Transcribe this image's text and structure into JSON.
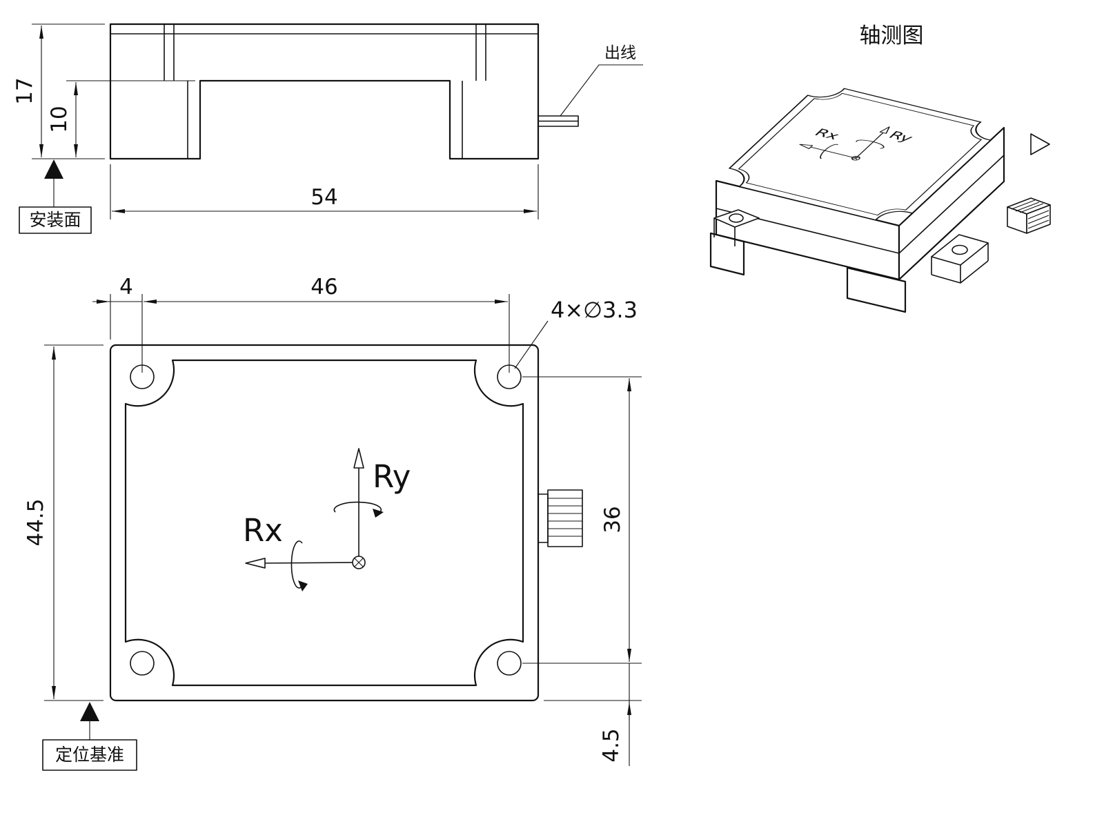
{
  "drawing": {
    "side_view": {
      "dim_total_height": "17",
      "dim_step_height": "10",
      "dim_width": "54",
      "mounting_face_label": "安装面",
      "wire_out_label": "出线"
    },
    "top_view": {
      "dim_edge_to_hole": "4",
      "dim_hole_pitch_x": "46",
      "hole_callout": "4×∅3.3",
      "dim_total_height": "44.5",
      "dim_hole_pitch_y": "36",
      "dim_hole_to_edge": "4.5",
      "datum_label": "定位基准",
      "axis_rx": "Rx",
      "axis_ry": "Ry"
    },
    "iso_view": {
      "title": "轴测图",
      "axis_rx": "Rx",
      "axis_ry": "Ry"
    }
  },
  "colors": {
    "line": "#111111",
    "background": "#ffffff"
  }
}
